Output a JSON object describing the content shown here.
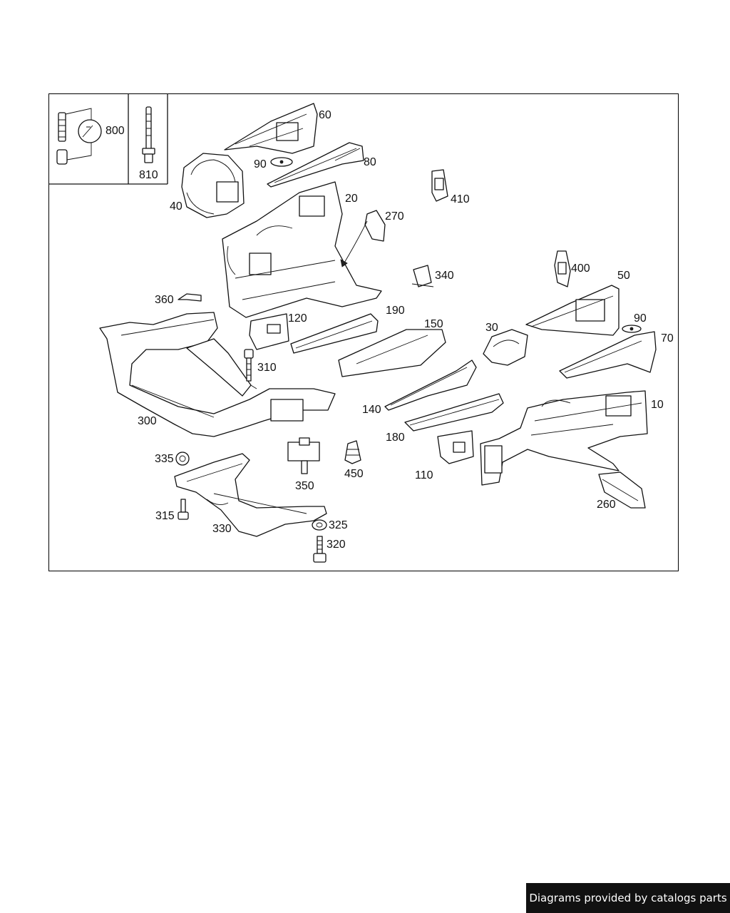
{
  "callouts": {
    "p800": "800",
    "p810": "810",
    "p60": "60",
    "p90a": "90",
    "p80": "80",
    "p40": "40",
    "p20": "20",
    "p270": "270",
    "p410": "410",
    "p400": "400",
    "p340": "340",
    "p50": "50",
    "p360": "360",
    "p120": "120",
    "p190": "190",
    "p150": "150",
    "p30": "30",
    "p90b": "90",
    "p70": "70",
    "p310": "310",
    "p300": "300",
    "p140": "140",
    "p10": "10",
    "p180": "180",
    "p335": "335",
    "p450": "450",
    "p350": "350",
    "p110": "110",
    "p260": "260",
    "p315": "315",
    "p330": "330",
    "p325": "325",
    "p320": "320"
  },
  "footer": {
    "text": "Diagrams provided by catalogs parts"
  },
  "colors": {
    "line": "#111111",
    "background": "#ffffff",
    "banner": "#111111"
  }
}
